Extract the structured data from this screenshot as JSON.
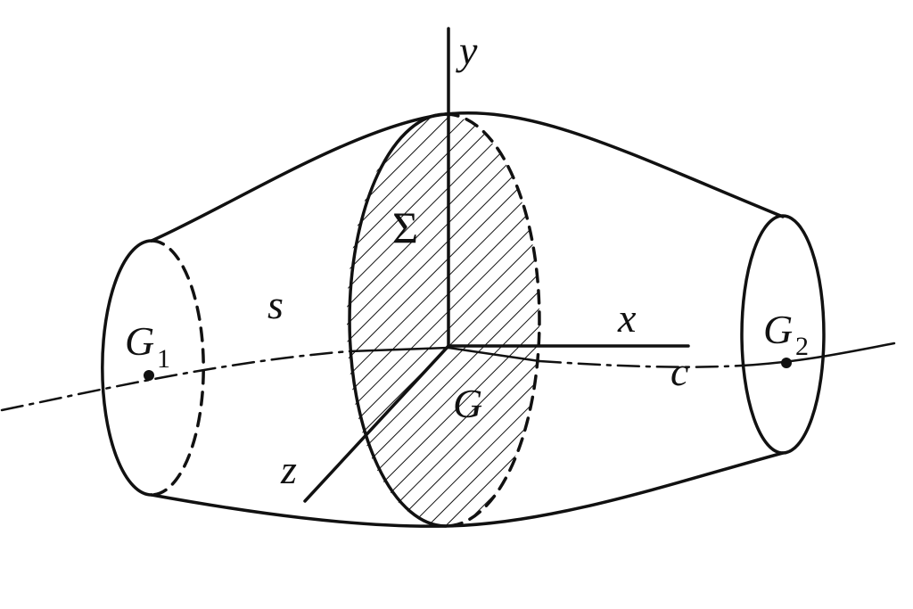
{
  "figure": {
    "labels": {
      "y_axis": "y",
      "x_axis": "x",
      "z_axis": "z",
      "sigma": "Σ",
      "surface": "s",
      "centroid": "G",
      "curve": "c",
      "g1_main": "G",
      "g1_sub": "1",
      "g2_main": "G",
      "g2_sub": "2"
    },
    "colors": {
      "stroke": "#111111",
      "background": "#ffffff"
    }
  }
}
